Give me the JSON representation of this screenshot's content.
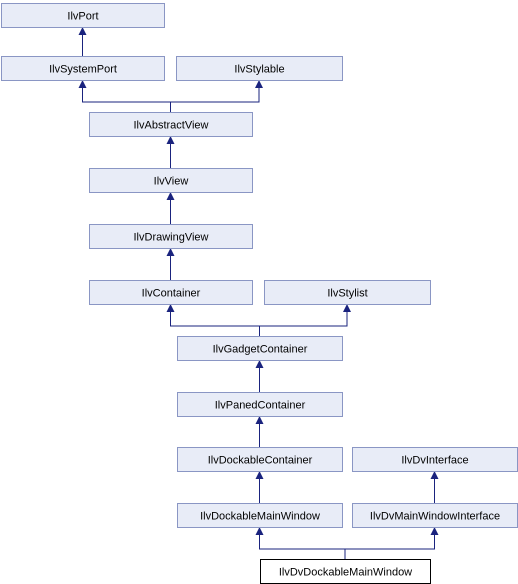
{
  "diagram": {
    "type": "class-inheritance-graph",
    "classes": {
      "ilvport": "IlvPort",
      "ilvsystemport": "IlvSystemPort",
      "ilvstylable": "IlvStylable",
      "ilvabstractview": "IlvAbstractView",
      "ilvview": "IlvView",
      "ilvdrawingview": "IlvDrawingView",
      "ilvcontainer": "IlvContainer",
      "ilvstylist": "IlvStylist",
      "ilvgadgetcontainer": "IlvGadgetContainer",
      "ilvpanedcontainer": "IlvPanedContainer",
      "ilvdockablecontainer": "IlvDockableContainer",
      "ilvdvinterface": "IlvDvInterface",
      "ilvdockablemainwindow": "IlvDockableMainWindow",
      "ilvdvmainwindowinterface": "IlvDvMainWindowInterface",
      "ilvdvdockablemainwindow": "IlvDvDockableMainWindow"
    },
    "edges": [
      {
        "child": "ilvsystemport",
        "parent": "ilvport"
      },
      {
        "child": "ilvabstractview",
        "parent": "ilvsystemport"
      },
      {
        "child": "ilvabstractview",
        "parent": "ilvstylable"
      },
      {
        "child": "ilvview",
        "parent": "ilvabstractview"
      },
      {
        "child": "ilvdrawingview",
        "parent": "ilvview"
      },
      {
        "child": "ilvcontainer",
        "parent": "ilvdrawingview"
      },
      {
        "child": "ilvgadgetcontainer",
        "parent": "ilvcontainer"
      },
      {
        "child": "ilvgadgetcontainer",
        "parent": "ilvstylist"
      },
      {
        "child": "ilvpanedcontainer",
        "parent": "ilvgadgetcontainer"
      },
      {
        "child": "ilvdockablecontainer",
        "parent": "ilvpanedcontainer"
      },
      {
        "child": "ilvdockablemainwindow",
        "parent": "ilvdockablecontainer"
      },
      {
        "child": "ilvdvmainwindowinterface",
        "parent": "ilvdvinterface"
      },
      {
        "child": "ilvdvdockablemainwindow",
        "parent": "ilvdockablemainwindow"
      },
      {
        "child": "ilvdvdockablemainwindow",
        "parent": "ilvdvmainwindowinterface"
      }
    ],
    "highlighted": "ilvdvdockablemainwindow",
    "colors": {
      "node_fill": "#e8ecf7",
      "node_border": "#8a96c4",
      "highlight_fill": "#ffffff",
      "highlight_border": "#000000",
      "edge": "#1a237e"
    }
  }
}
